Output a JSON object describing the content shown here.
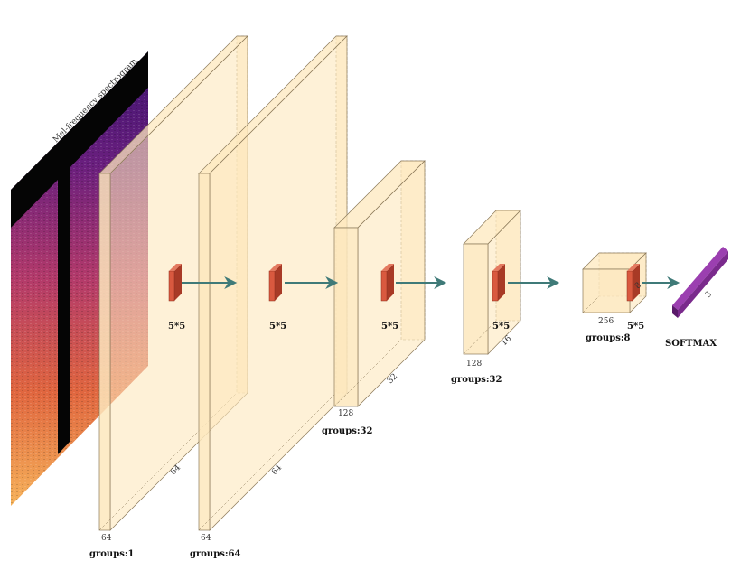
{
  "diagram": {
    "spectrogram_title": "Mel-frequency spectrogram",
    "blocks": [
      {
        "id": "conv1",
        "height_label": "64",
        "depth_label": "64",
        "groups_label": "groups:1"
      },
      {
        "id": "conv2",
        "height_label": "64",
        "depth_label": "64",
        "groups_label": "groups:64"
      },
      {
        "id": "conv3",
        "height_label": "128",
        "depth_label": "32",
        "groups_label": "groups:32"
      },
      {
        "id": "conv4",
        "height_label": "128",
        "depth_label": "16",
        "groups_label": "groups:32"
      },
      {
        "id": "conv5",
        "height_label": "256",
        "depth_label": "8",
        "groups_label": "groups:8"
      }
    ],
    "kernels": [
      "5*5",
      "5*5",
      "5*5",
      "5*5",
      "5*5"
    ],
    "output": {
      "depth_label": "3",
      "label": "SOFTMAX"
    },
    "colors": {
      "block_fill": "#fde8bd",
      "block_edge": "#8c7a5a",
      "kernel": "#d9593f",
      "arrow": "#3f7a78",
      "softmax": "#7a2a8c"
    }
  }
}
